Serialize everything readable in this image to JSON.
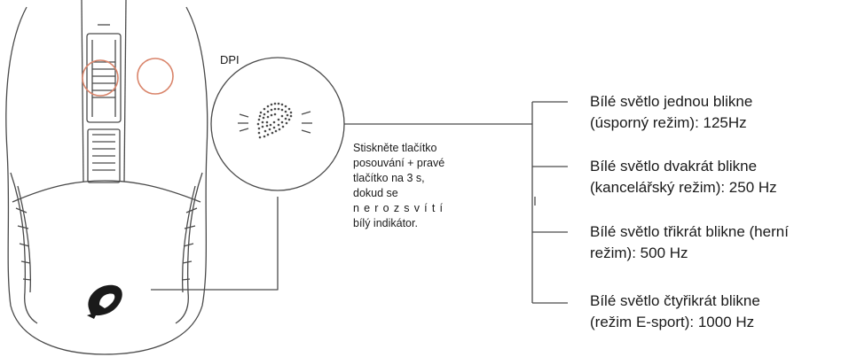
{
  "dpi_label": "DPI",
  "instruction_lines": [
    "Stiskněte tlačítko",
    "posouvání + pravé",
    "tlačítko na 3 s,",
    "dokud se",
    "nerozsvítí",
    "bílý indikátor."
  ],
  "modes": [
    {
      "line1": "Bílé světlo jednou blikne",
      "line2": "(úsporný režim): 125Hz"
    },
    {
      "line1": "Bílé světlo dvakrát blikne",
      "line2": "(kancelářský režim): 250 Hz"
    },
    {
      "line1": "Bílé světlo třikrát blikne (herní",
      "line2": "režim): 500 Hz"
    },
    {
      "line1": "Bílé světlo čtyřikrát blikne",
      "line2": "(režim E-sport): 1000 Hz"
    }
  ],
  "colors": {
    "outline": "#4a4a4a",
    "highlight": "#d9846a",
    "text": "#1a1a1a"
  },
  "icons": {
    "mouse": "gaming-mouse-illustration",
    "logo": "brand-logo-icon",
    "indicator": "blinking-light-icon"
  }
}
